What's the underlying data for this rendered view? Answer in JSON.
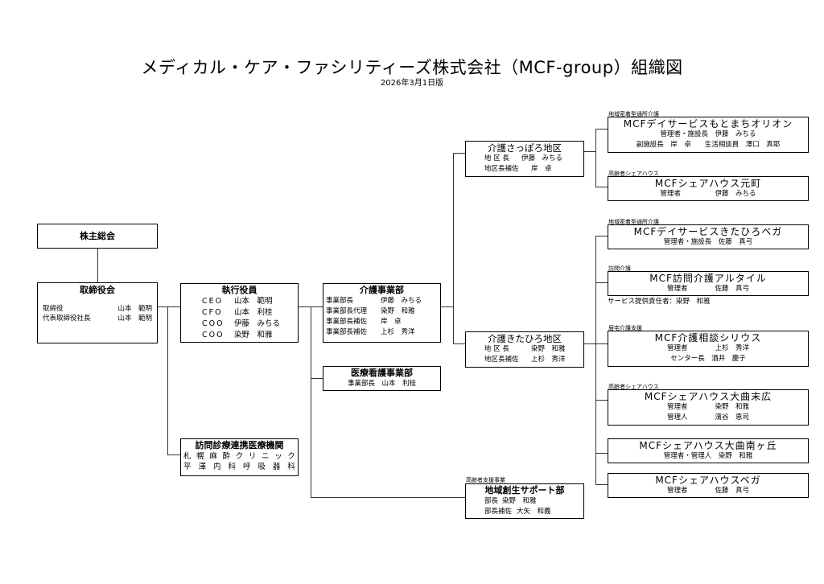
{
  "header": {
    "title": "メディカル・ケア・ファシリティーズ株式会社（MCF-group）組織図",
    "date": "2026年3月1日版"
  },
  "shareholders": {
    "title": "株主総会"
  },
  "board": {
    "title": "取締役会",
    "rows": [
      {
        "role": "取締役",
        "name": "山本　範明"
      },
      {
        "role": "代表取締役社長",
        "name": "山本　範明"
      }
    ]
  },
  "executives": {
    "title": "執行役員",
    "rows": [
      {
        "role": "CEO",
        "name": "山本　範明"
      },
      {
        "role": "CFO",
        "name": "山本　利桂"
      },
      {
        "role": "COO",
        "name": "伊藤　みちる"
      },
      {
        "role": "COO",
        "name": "染野　和雅"
      }
    ]
  },
  "partner_clinics": {
    "title": "訪問診療連携医療機関",
    "lines": [
      [
        "札",
        "幌",
        "麻",
        "酔",
        "ク",
        "リ",
        "ニ",
        "ッ",
        "ク"
      ],
      [
        "平",
        "澤",
        "内",
        "科",
        "呼",
        "吸",
        "器",
        "科"
      ]
    ]
  },
  "care_division": {
    "title": "介護事業部",
    "rows": [
      {
        "role": "事業部長",
        "name": "伊藤　みちる"
      },
      {
        "role": "事業部長代理",
        "name": "染野　和雅"
      },
      {
        "role": "事業部長補佐",
        "name": "岸　卓"
      },
      {
        "role": "事業部長補佐",
        "name": "上杉　秀洋"
      }
    ]
  },
  "nursing_division": {
    "title": "医療看護事業部",
    "rows": [
      {
        "role": "事業部長",
        "name": "山本　利桂"
      }
    ]
  },
  "community_support": {
    "category": "高齢者支援事業",
    "title": "地域創生サポート部",
    "rows": [
      {
        "role": "部長",
        "name": "染野　和雅"
      },
      {
        "role": "部長補佐",
        "name": "大矢　和義"
      }
    ]
  },
  "sapporo_area": {
    "title": "介護さっぽろ地区",
    "rows": [
      {
        "role": "地 区 長",
        "name": "伊藤　みちる"
      },
      {
        "role": "地区長補佐",
        "name": "岸　卓"
      }
    ]
  },
  "kitahiro_area": {
    "title": "介護きたひろ地区",
    "rows": [
      {
        "role": "地 区 長",
        "name": "染野　和雅"
      },
      {
        "role": "地区長補佐",
        "name": "上杉　秀洋"
      }
    ]
  },
  "facilities": [
    {
      "category": "地域密着型通所介護",
      "title": "MCFデイサービスもとまちオリオン",
      "rows": [
        "管理者・施設長　伊藤　みちる",
        "副施設長　岸　卓　　生活相談員　澤口　真耶"
      ]
    },
    {
      "category": "高齢者シェアハウス",
      "title": "MCFシェアハウス元町",
      "rows": [
        "管理者　　　　　伊藤　みちる"
      ]
    },
    {
      "category": "地域密着型通所介護",
      "title": "MCFデイサービスきたひろベガ",
      "rows": [
        "管理者・施設長　佐藤　真弓"
      ]
    },
    {
      "category": "訪問介護",
      "title": "MCF訪問介護アルタイル",
      "rows": [
        "管理者　　　　佐藤　真弓"
      ],
      "note": "サービス提供責任者：染野　和雅"
    },
    {
      "category": "居宅介護支援",
      "title": "MCF介護相談シリウス",
      "rows": [
        "管理者　　　　上杉　秀洋",
        "センター長　酒井　慶子"
      ]
    },
    {
      "category": "高齢者シェアハウス",
      "title": "MCFシェアハウス大曲末広",
      "rows": [
        "管理者　　　　染野　和雅",
        "管理人　　　　濱谷　恵司"
      ]
    },
    {
      "category": "",
      "title": "MCFシェアハウス大曲南ヶ丘",
      "rows": [
        "管理者・管理人　染野　和雅"
      ]
    },
    {
      "category": "",
      "title": "MCFシェアハウスベガ",
      "rows": [
        "管理者　　　　佐藤　真弓"
      ]
    }
  ]
}
